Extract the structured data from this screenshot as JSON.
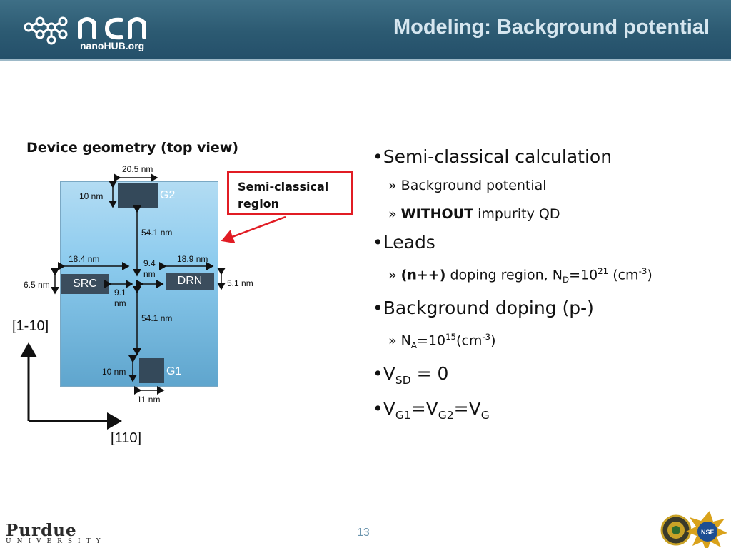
{
  "header": {
    "logo_text": "ncn",
    "logo_subtext": "nanoHUB.org",
    "title": "Modeling: Background potential"
  },
  "diagram": {
    "title": "Device geometry (top view)",
    "callout": {
      "line1": "Semi-classical",
      "line2": "region"
    },
    "labels": {
      "g2": "G2",
      "g1": "G1",
      "src": "SRC",
      "drn": "DRN",
      "top_width": "20.5 nm",
      "g2_height": "10 nm",
      "upper_gap": "54.1 nm",
      "src_len": "18.4 nm",
      "drn_len": "18.9 nm",
      "center_top": "9.4",
      "center_top_unit": "nm",
      "center_bot": "9.1",
      "center_bot_unit": "nm",
      "src_width": "6.5 nm",
      "drn_width": "5.1 nm",
      "lower_gap": "54.1 nm",
      "g1_height": "10 nm",
      "bottom_width": "11 nm"
    },
    "axes": {
      "vertical": "[1-10]",
      "horizontal": "[110]"
    }
  },
  "bullets": [
    {
      "text": "Semi-classical calculation",
      "subs": [
        "» Background potential",
        {
          "bold": "WITHOUT",
          "rest": " impurity QD"
        }
      ]
    },
    {
      "text": "Leads"
    },
    {
      "text": "Background doping (p-)"
    }
  ],
  "bullet_text": {
    "b1": "Semi-classical calculation",
    "b1_s1": "» Background potential",
    "b1_s2_bold": "WITHOUT",
    "b1_s2_rest": " impurity QD",
    "b2": "Leads",
    "b2_s1_prefix": "» ",
    "b2_s1_bold": "(n++)",
    "b2_s1_text": " doping region, N",
    "b2_s1_sub": "D",
    "b2_s1_eq": "=10",
    "b2_s1_sup": "21",
    "b2_s1_unit": " (cm",
    "b2_s1_unit_sup": "-3",
    "b2_s1_close": ")",
    "b3": "Background doping (p-)",
    "b3_s1_prefix": "» N",
    "b3_s1_sub": "A",
    "b3_s1_eq": "=10",
    "b3_s1_sup": "15",
    "b3_s1_unit": "(cm",
    "b3_s1_unit_sup": "-3",
    "b3_s1_close": ")",
    "b4_v": "V",
    "b4_sub": "SD",
    "b4_rest": " = 0",
    "b5_v1": "V",
    "b5_sub1": "G1",
    "b5_eq1": "=V",
    "b5_sub2": "G2",
    "b5_eq2": "=V",
    "b5_sub3": "G"
  },
  "footer": {
    "university_main": "Purdue",
    "university_sub": "UNIVERSITY",
    "page_number": "13",
    "seal_text": "NSF"
  },
  "colors": {
    "header_bg": "#2c5a72",
    "title_text": "#d6e6ef",
    "callout_border": "#e11c24",
    "device_fill": "#8ccbee",
    "gate_fill": "#34495a"
  }
}
